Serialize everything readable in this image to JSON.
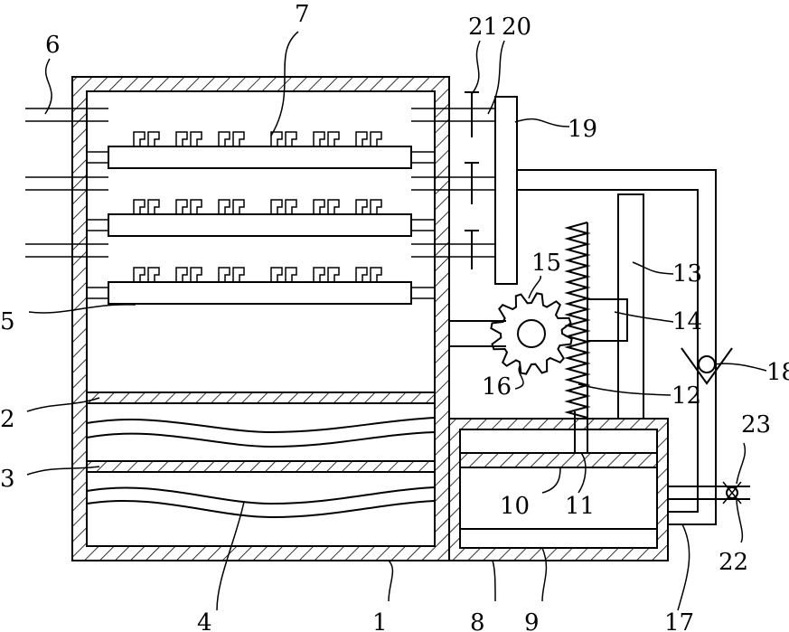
{
  "labels": {
    "l1": "1",
    "l2": "2",
    "l3": "3",
    "l4": "4",
    "l5": "5",
    "l6": "6",
    "l7": "7",
    "l8": "8",
    "l9": "9",
    "l10": "10",
    "l11": "11",
    "l12": "12",
    "l13": "13",
    "l14": "14",
    "l15": "15",
    "l16": "16",
    "l17": "17",
    "l18": "18",
    "l19": "19",
    "l20": "20",
    "l21": "21",
    "l22": "22",
    "l23": "23"
  },
  "colors": {
    "line": "#000000",
    "background": "#ffffff"
  }
}
